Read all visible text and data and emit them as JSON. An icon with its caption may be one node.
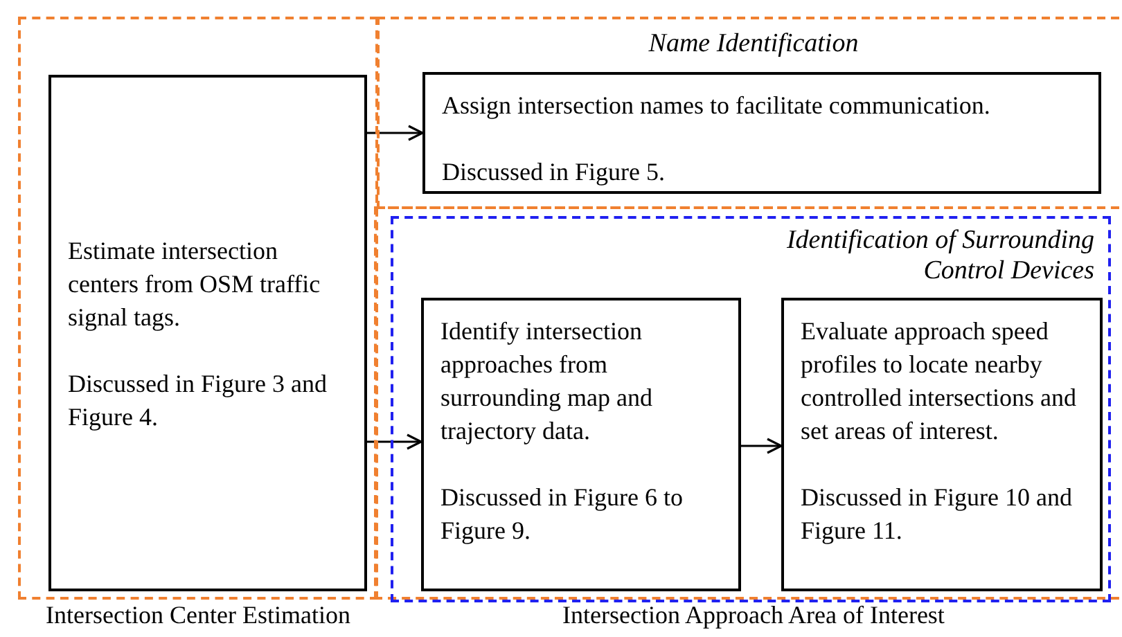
{
  "diagram": {
    "nodes": [
      {
        "text": [
          "Intersection Center Estimation"
        ]
      },
      {
        "text": [
          "Estimate intersection centers from OSM traffic signal tags.",
          "Discussed in Figure 3 and Figure 4."
        ],
        "in": 0
      },
      {
        "text": [
          "Name Identification"
        ]
      },
      {
        "text": [
          "Assign intersection names to facilitate communication.",
          "Discussed in Figure 5."
        ],
        "in": 2
      },
      {
        "text": [
          "Intersection Approach Area of Interest"
        ]
      },
      {
        "text": [
          "Identification of Surrounding Control Devices"
        ],
        "in": 4
      },
      {
        "text": [
          "Identify intersection approaches from surrounding map and trajectory data.",
          "Discussed in Figure 6 to Figure 9."
        ],
        "in": 5
      },
      {
        "text": [
          "Evaluate approach speed profiles to locate nearby controlled intersections and set areas of interest.",
          "Discussed in Figure 10 and Figure 11."
        ],
        "in": 5
      }
    ],
    "edges": [
      {
        "from": 1,
        "to": 3,
        "arrow": "to"
      },
      {
        "from": 1,
        "to": 6,
        "arrow": "to"
      },
      {
        "from": 6,
        "to": 7,
        "arrow": "to"
      }
    ]
  }
}
